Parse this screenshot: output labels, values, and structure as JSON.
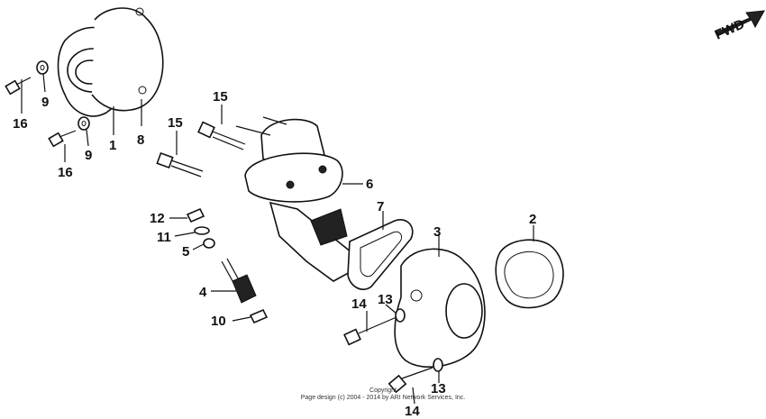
{
  "direction_label": "FWD",
  "callouts": {
    "c1": "1",
    "c2": "2",
    "c3": "3",
    "c4": "4",
    "c5": "5",
    "c6": "6",
    "c7": "7",
    "c8": "8",
    "c9a": "9",
    "c9b": "9",
    "c10": "10",
    "c11": "11",
    "c12": "12",
    "c13a": "13",
    "c13b": "13",
    "c14a": "14",
    "c14b": "14",
    "c15a": "15",
    "c15b": "15",
    "c16a": "16",
    "c16b": "16"
  },
  "copyright": {
    "line1": "Copyright",
    "line2": "Page design (c) 2004 - 2014 by ARI Network Services, Inc."
  }
}
